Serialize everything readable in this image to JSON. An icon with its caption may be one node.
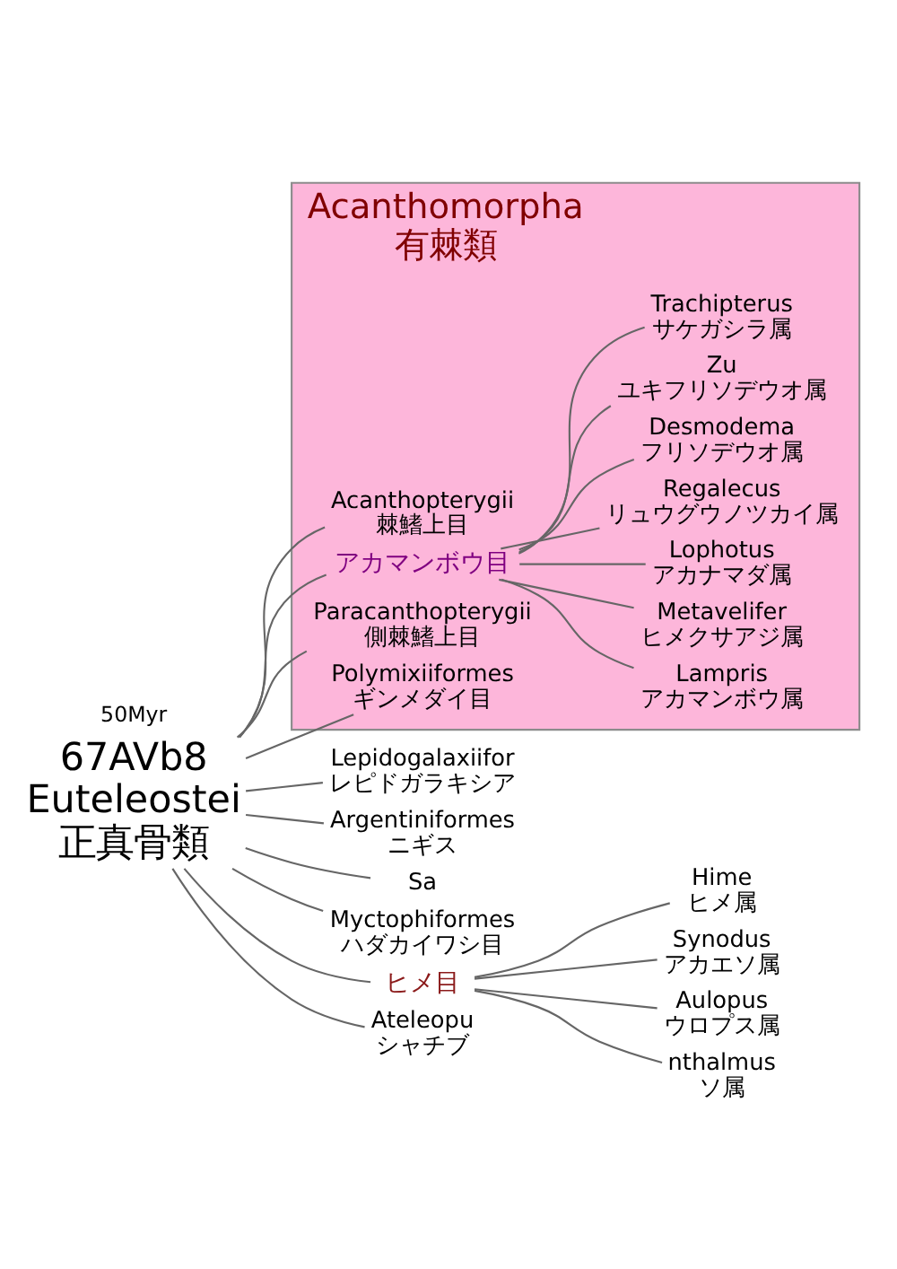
{
  "diagram": {
    "nodes": [
      {
        "text": [
          "Acanthomorpha",
          "有棘類"
        ]
      },
      {
        "text": [
          "Acanthopterygii",
          "棘鰭上目"
        ],
        "in": 0
      },
      {
        "text": [
          "アカマンボウ目"
        ],
        "in": 0
      },
      {
        "text": [
          "Lampris",
          "アカマンボウ属"
        ],
        "in": 0
      },
      {
        "text": [
          "Metavelifer",
          "ヒメクサアジ属"
        ],
        "in": 0
      },
      {
        "text": [
          "Lophotus",
          "アカナマダ属"
        ],
        "in": 0
      },
      {
        "text": [
          "Regalecus",
          "リュウグウノツカイ属"
        ],
        "in": 0
      },
      {
        "text": [
          "Desmodema",
          "フリソデウオ属"
        ],
        "in": 0
      },
      {
        "text": [
          "Zu",
          "ユキフリソデウオ属"
        ],
        "in": 0
      },
      {
        "text": [
          "Trachipterus",
          "サケガシラ属"
        ],
        "in": 0
      },
      {
        "text": [
          "Paracanthopterygii",
          "側棘鰭上目"
        ],
        "in": 0
      },
      {
        "text": [
          "Polymixiiformes",
          "ギンメダイ目"
        ],
        "in": 0
      },
      {
        "text": [
          "67AVb8",
          "Euteleostei",
          "正真骨類"
        ]
      },
      {
        "text": [
          "Lepidogalaxiifor",
          "レピドガラキシア"
        ]
      },
      {
        "text": [
          "Argentiniformes",
          "ニギス"
        ]
      },
      {
        "text": [
          "Sa"
        ]
      },
      {
        "text": [
          "Myctophiformes",
          "ハダカイワシ目"
        ]
      },
      {
        "text": [
          "ヒメ目"
        ]
      },
      {
        "text": [
          "Hime",
          "ヒメ属"
        ]
      },
      {
        "text": [
          "Synodus",
          "アカエソ属"
        ]
      },
      {
        "text": [
          "Aulopus",
          "ウロプス属"
        ]
      },
      {
        "text": [
          "nthalmus",
          "ソ属"
        ]
      },
      {
        "text": [
          "Ateleopu",
          "シャチブ"
        ]
      }
    ],
    "edges": [
      {
        "from": 12,
        "to": 1,
        "arrow": "none"
      },
      {
        "from": 12,
        "to": 2,
        "arrow": "none"
      },
      {
        "from": 2,
        "to": 3,
        "arrow": "none"
      },
      {
        "from": 2,
        "to": 4,
        "arrow": "none"
      },
      {
        "from": 2,
        "to": 5,
        "arrow": "none"
      },
      {
        "from": 2,
        "to": 6,
        "arrow": "none"
      },
      {
        "from": 2,
        "to": 7,
        "arrow": "none"
      },
      {
        "from": 2,
        "to": 8,
        "arrow": "none"
      },
      {
        "from": 2,
        "to": 9,
        "arrow": "none"
      },
      {
        "from": 12,
        "to": 10,
        "arrow": "none"
      },
      {
        "from": 12,
        "to": 11,
        "arrow": "none"
      },
      {
        "from": 12,
        "to": 13,
        "arrow": "none"
      },
      {
        "from": 12,
        "to": 14,
        "arrow": "none"
      },
      {
        "from": 12,
        "to": 15,
        "arrow": "none"
      },
      {
        "from": 12,
        "to": 16,
        "arrow": "none"
      },
      {
        "from": 12,
        "to": 17,
        "arrow": "none"
      },
      {
        "from": 17,
        "to": 18,
        "arrow": "none"
      },
      {
        "from": 17,
        "to": 19,
        "arrow": "none"
      },
      {
        "from": 17,
        "to": 20,
        "arrow": "none"
      },
      {
        "from": 17,
        "to": 21,
        "arrow": "none"
      },
      {
        "from": 12,
        "to": 22,
        "arrow": "none"
      }
    ],
    "labels": [
      "50Myr"
    ]
  }
}
